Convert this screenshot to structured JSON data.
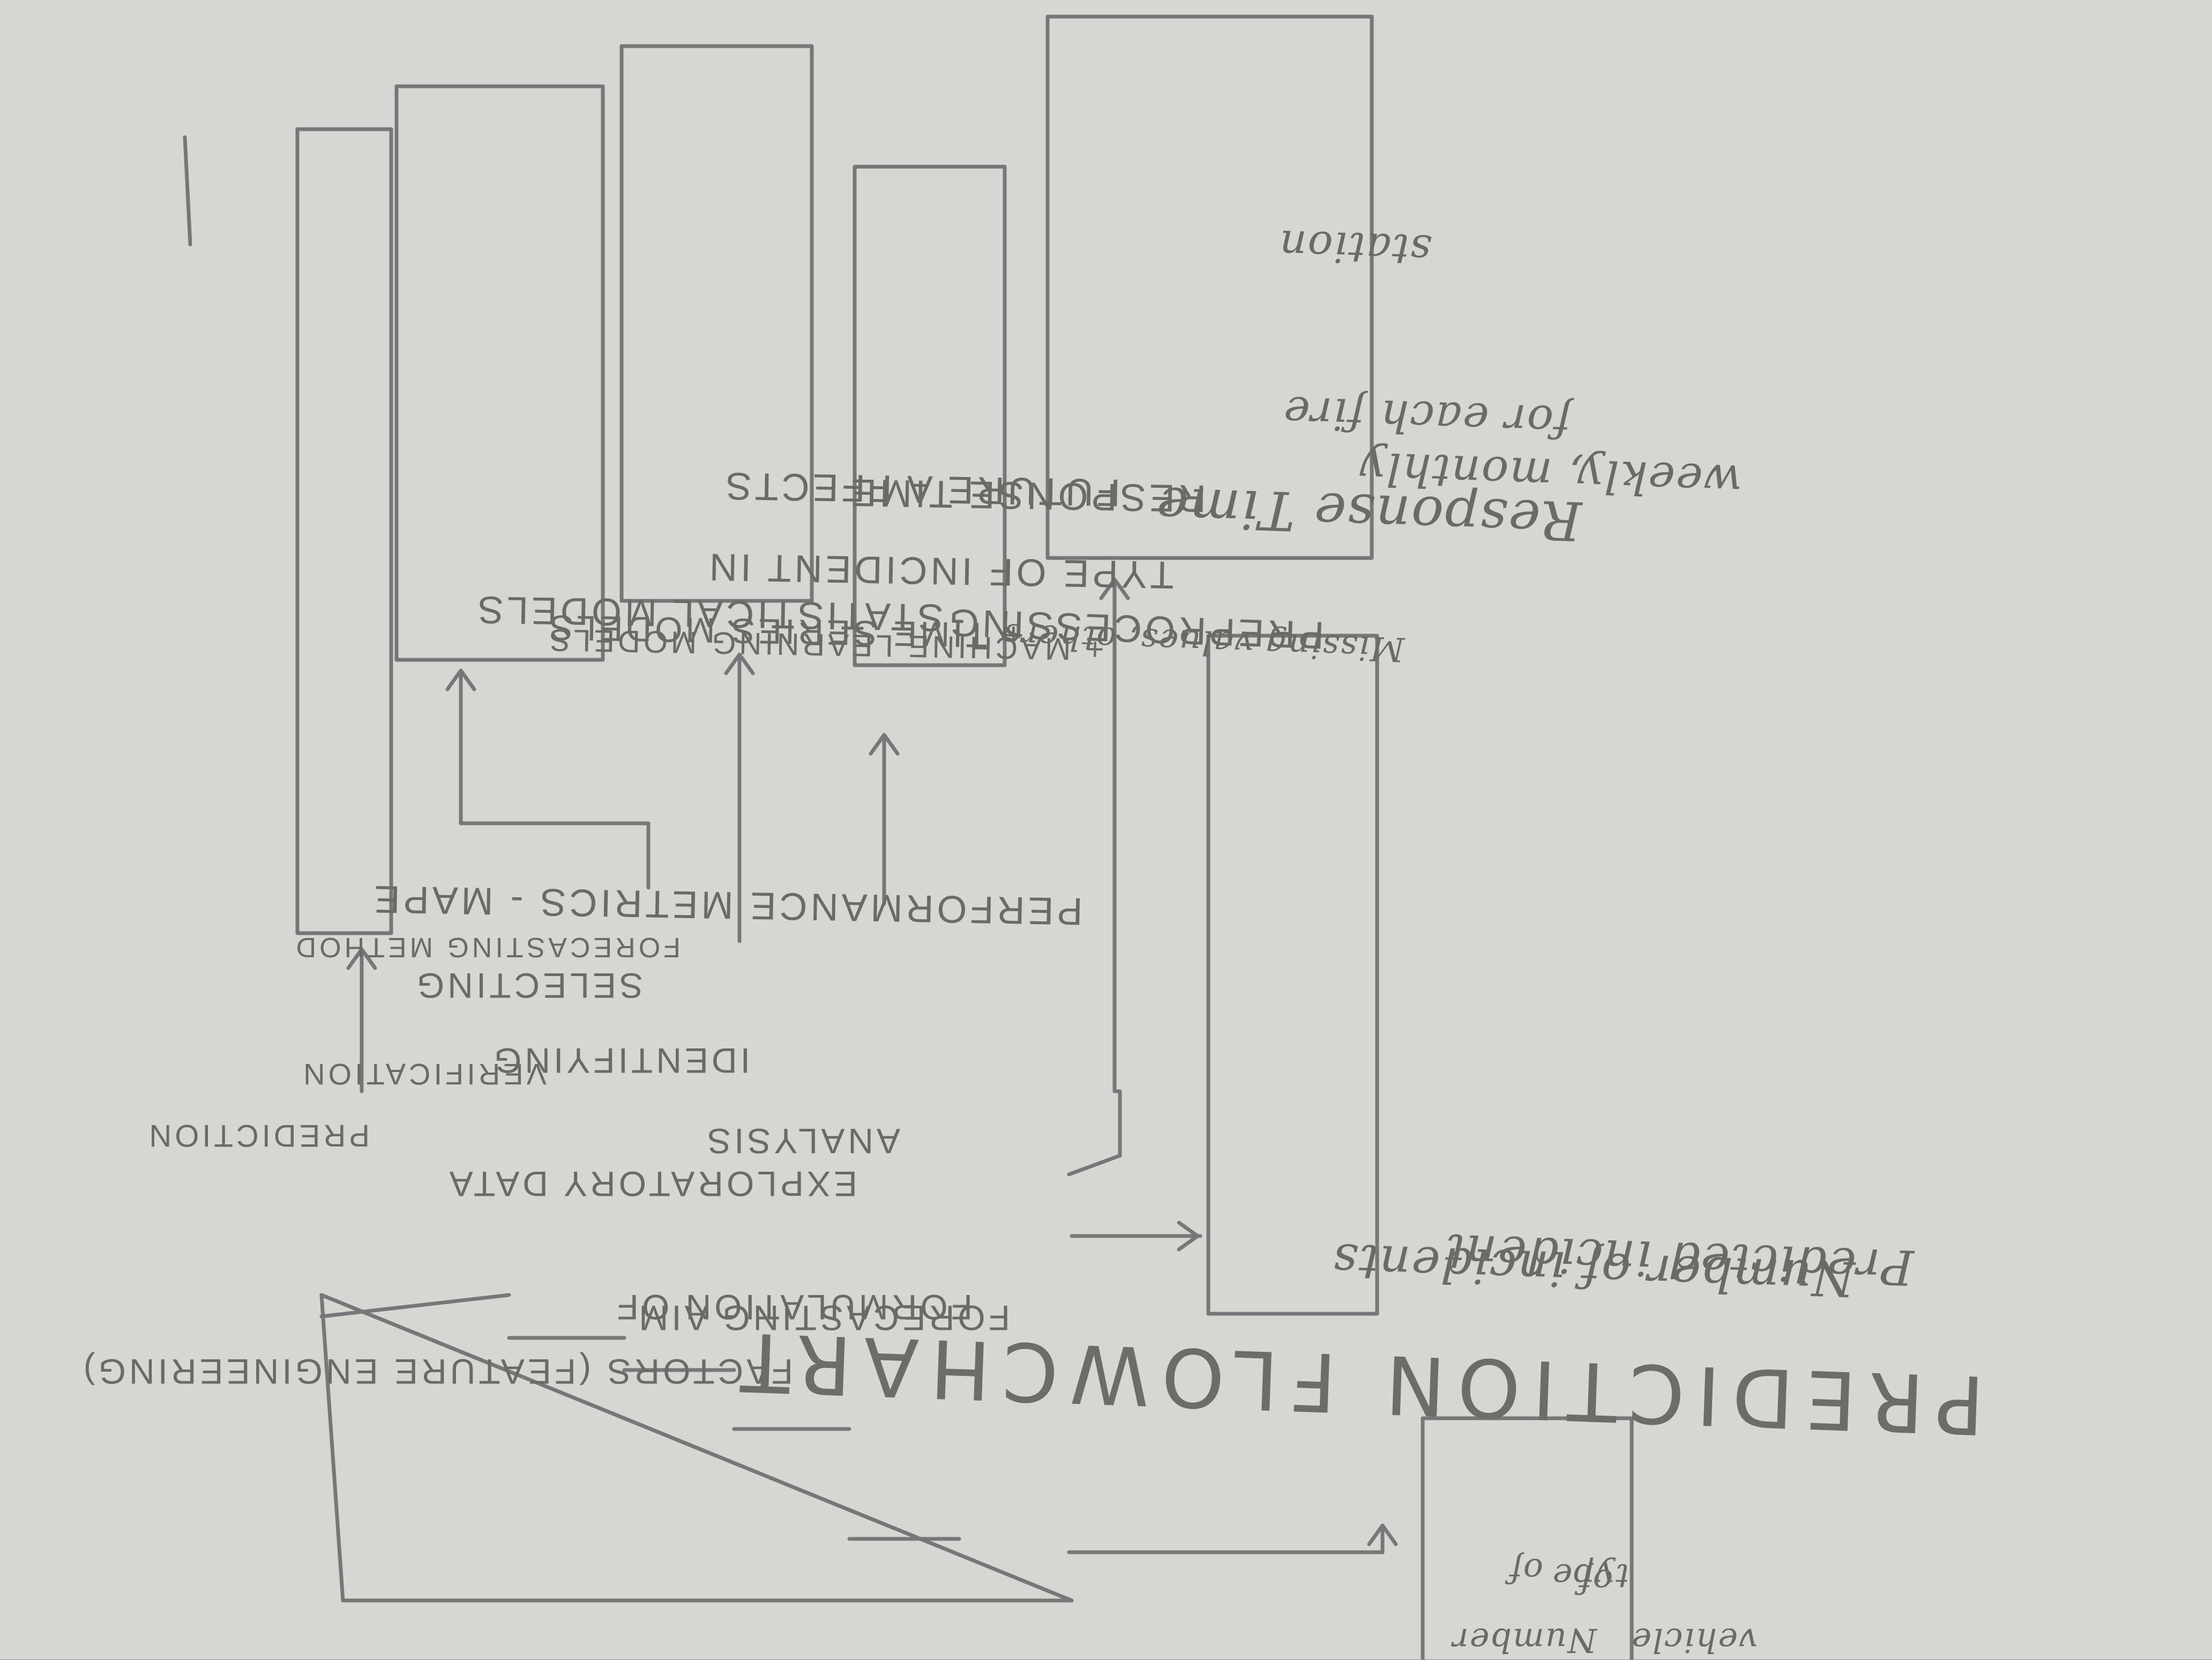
{
  "title": "PREDICTION FLOWCHART",
  "pyramid_levels": [
    {
      "label": "PREDICTION"
    },
    {
      "label": "VERIFICATION"
    },
    {
      "line1": "SELECTING",
      "line2": "FORECASTING METHOD"
    },
    {
      "line1": "IDENTIFYING",
      "line2": "FACTORS (FEATURE ENGINEERING)"
    },
    {
      "line1": "EXPLORATORY DATA",
      "line2": "ANALYSIS"
    },
    {
      "line1": "FORMULATION OF",
      "line2": "FORECASTING AIM"
    }
  ],
  "boxes": {
    "performance": "PERFORMANCE METRICS - MAPE",
    "models": {
      "line1": "STATISTICAL MODELS",
      "line2": "+ TIME SERIES MODELS",
      "line3": "+ MACHINE LEARNING MODELS"
    },
    "incident": {
      "line1": "TYPE OF INCIDENT IN",
      "line2": "FUTURE A FFECTS",
      "line3": "RESPONSE TIME"
    },
    "preprocessing": {
      "line1": "PREPROCESSING",
      "line2": "Missing values, others"
    },
    "response": {
      "line1": "Response Time",
      "line2": "for each fire",
      "line3": "station",
      "line4": "weekly, monthly"
    },
    "incidents_count": {
      "line1": "Number of incidents",
      "line2": "Predicted incident"
    },
    "vehicle": {
      "line1": "Number",
      "line2": "of",
      "line3": "type",
      "line4": "of",
      "line5": "vehicle"
    }
  }
}
